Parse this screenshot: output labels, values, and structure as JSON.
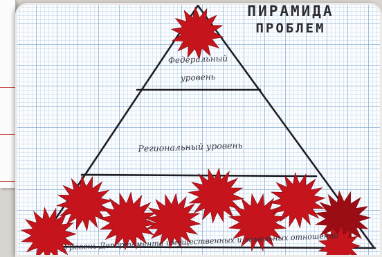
{
  "poster": {
    "title_line1": "ПИРАМИДА",
    "title_line2": "ПРОБЛЕМ",
    "levels": {
      "federal_line1": "Федеральный",
      "federal_line2": "уровень",
      "regional": "Региональный уровень",
      "base": "Уровень Департамента имущественных и земельных отношений"
    }
  },
  "colors": {
    "star_red": "#c5141c",
    "star_dark": "#9b0d14",
    "pen_ink": "#1d1d24",
    "grid_blue": "#7aa3cd"
  },
  "decorations": {
    "problem_star_count": 10
  }
}
